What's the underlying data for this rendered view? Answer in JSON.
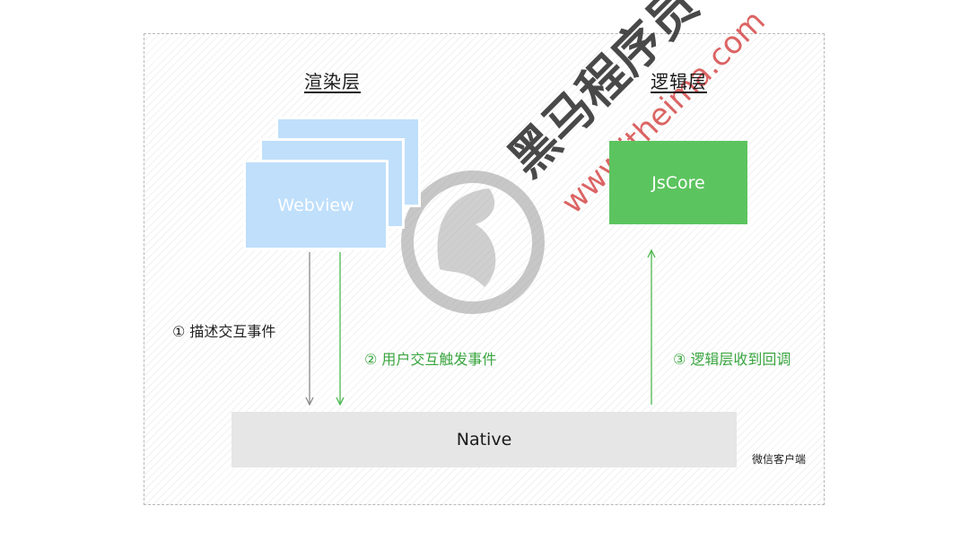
{
  "render_layer": {
    "heading": "渲染层",
    "webview_label": "Webview"
  },
  "logic_layer": {
    "heading": "逻辑层",
    "jscore_label": "JsCore"
  },
  "native": {
    "label": "Native",
    "client_label": "微信客户端"
  },
  "steps": {
    "step1": "① 描述交互事件",
    "step2": "② 用户交互触发事件",
    "step3": "③ 逻辑层收到回调"
  },
  "watermark": {
    "brand_text": "黑马程序员",
    "url_text": "www.itheima.com"
  },
  "colors": {
    "webview_blue": "#bfdffb",
    "jscore_green": "#5cc45f",
    "native_gray": "#e6e6e6",
    "arrow_gray": "#8a8a8a",
    "arrow_green": "#4cb84f"
  }
}
